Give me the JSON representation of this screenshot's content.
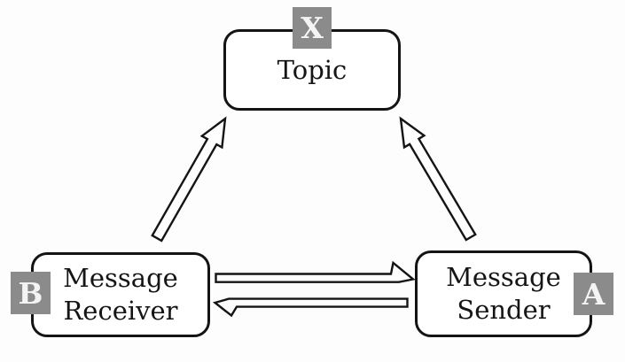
{
  "diagram": {
    "type": "publish-subscribe-topology",
    "nodes": {
      "topic": {
        "lines": [
          "Topic"
        ],
        "badge": "X",
        "badge_position": "top-center"
      },
      "receiver": {
        "lines": [
          "Message",
          "Receiver"
        ],
        "badge": "B",
        "badge_position": "left-middle"
      },
      "sender": {
        "lines": [
          "Message",
          "Sender"
        ],
        "badge": "A",
        "badge_position": "right-middle"
      }
    },
    "edges": [
      {
        "from": "Message Receiver",
        "to": "Topic",
        "style": "block-outline-arrow",
        "direction": "up-right"
      },
      {
        "from": "Message Sender",
        "to": "Topic",
        "style": "block-outline-arrow",
        "direction": "up-left"
      },
      {
        "from": "Message Receiver",
        "to": "Message Sender",
        "style": "thin-outline-arrow",
        "direction": "right"
      },
      {
        "from": "Message Sender",
        "to": "Message Receiver",
        "style": "thin-outline-arrow",
        "direction": "left"
      }
    ],
    "colors": {
      "outline": "#141414",
      "node_background": "#ffffff",
      "label_text": "#151515",
      "badge_background": "#8b8b8b",
      "badge_letter": "#f4f4f4",
      "page_background": "#fdfdfd"
    }
  }
}
